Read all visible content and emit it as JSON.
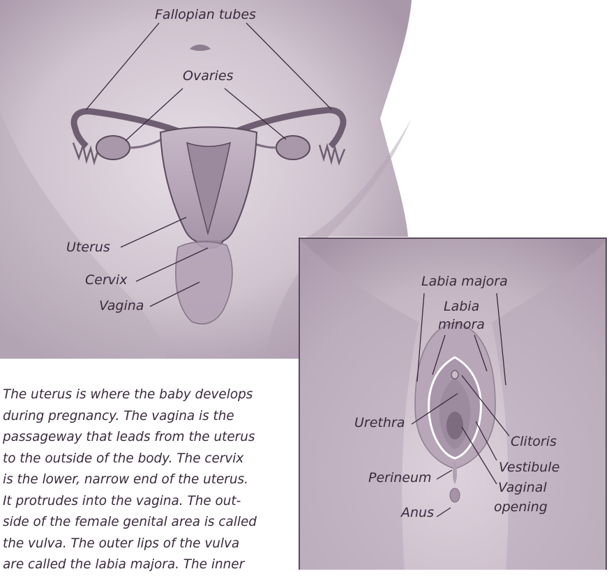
{
  "figure": {
    "main_labels": {
      "fallopian_tubes": "Fallopian tubes",
      "ovaries": "Ovaries",
      "uterus": "Uterus",
      "cervix": "Cervix",
      "vagina": "Vagina"
    },
    "inset_labels": {
      "labia_majora": "Labia majora",
      "labia_minora_line1": "Labia",
      "labia_minora_line2": "minora",
      "urethra": "Urethra",
      "clitoris": "Clitoris",
      "vestibule": "Vestibule",
      "perineum": "Perineum",
      "vaginal_opening_line1": "Vaginal",
      "vaginal_opening_line2": "opening",
      "anus": "Anus"
    },
    "caption_lines": [
      "The uterus is where the baby develops",
      "during pregnancy. The vagina is the",
      "passageway that leads from the uterus",
      "to the outside of the body. The cervix",
      "is the lower, narrow end of the uterus.",
      "It protrudes into the vagina. The out-",
      "side of the female genital area is called",
      "the vulva. The outer lips of the vulva",
      "are called the labia majora. The inner"
    ],
    "colors": {
      "body_fill": "#c9bcc8",
      "body_shadow": "#a998aa",
      "organ_fill": "#b9a8ba",
      "line": "#3a2a3c",
      "inset_border": "#5a4a5c"
    }
  }
}
